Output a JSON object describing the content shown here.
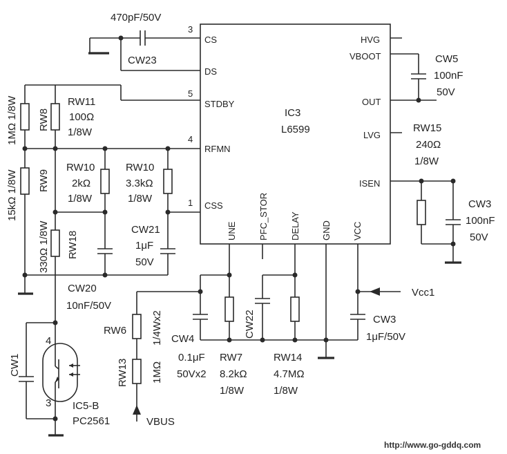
{
  "ic": {
    "ref": "IC3",
    "part": "L6599",
    "pins_left": [
      {
        "num": "3",
        "name": "CS"
      },
      {
        "num": "",
        "name": "DS"
      },
      {
        "num": "5",
        "name": "STDBY"
      },
      {
        "num": "4",
        "name": "RFMN"
      },
      {
        "num": "1",
        "name": "CSS"
      }
    ],
    "pins_right": [
      "HVG",
      "VBOOT",
      "OUT",
      "LVG",
      "ISEN"
    ],
    "pins_bottom": [
      "UNE",
      "PFC_STOR",
      "DELAY",
      "GND",
      "VCC"
    ]
  },
  "components": {
    "cw23": {
      "ref": "CW23",
      "value": "470pF/50V"
    },
    "rw8": {
      "ref": "RW8",
      "value": "1MΩ",
      "power": "1/8W"
    },
    "rw9": {
      "ref": "RW9",
      "value": "15kΩ",
      "power": "1/8W"
    },
    "rw18": {
      "ref": "RW18",
      "value": "330Ω",
      "power": "1/8W"
    },
    "rw11": {
      "ref": "RW11",
      "value": "100Ω",
      "power": "1/8W"
    },
    "rw10a": {
      "ref": "RW10",
      "value": "2kΩ",
      "power": "1/8W"
    },
    "rw10b": {
      "ref": "RW10",
      "value": "3.3kΩ",
      "power": "1/8W"
    },
    "cw21": {
      "ref": "CW21",
      "value": "1μF",
      "voltage": "50V"
    },
    "cw20": {
      "ref": "CW20",
      "value": "10nF/50V"
    },
    "cw1": {
      "ref": "CW1"
    },
    "ic5": {
      "ref": "IC5-B",
      "part": "PC2561",
      "pin4": "4",
      "pin3": "3"
    },
    "rw6": {
      "ref": "RW6",
      "value": "1/4Wx2"
    },
    "rw13": {
      "ref": "RW13",
      "value": "1MΩ"
    },
    "vbus": {
      "label": "VBUS"
    },
    "cw4": {
      "ref": "CW4",
      "value": "0.1μF",
      "voltage": "50Vx2"
    },
    "rw7": {
      "ref": "RW7",
      "value": "8.2kΩ",
      "power": "1/8W"
    },
    "cw22": {
      "ref": "CW22"
    },
    "rw14": {
      "ref": "RW14",
      "value": "4.7MΩ",
      "power": "1/8W"
    },
    "cw3_vcc": {
      "ref": "CW3",
      "value": "1μF/50V"
    },
    "vcc1": {
      "label": "Vcc1"
    },
    "cw5": {
      "ref": "CW5",
      "value": "100nF",
      "voltage": "50V"
    },
    "rw15": {
      "ref": "RW15",
      "value": "240Ω",
      "power": "1/8W"
    },
    "cw3_isen": {
      "ref": "CW3",
      "value": "100nF",
      "voltage": "50V"
    }
  },
  "watermark": "http://www.go-gddq.com"
}
